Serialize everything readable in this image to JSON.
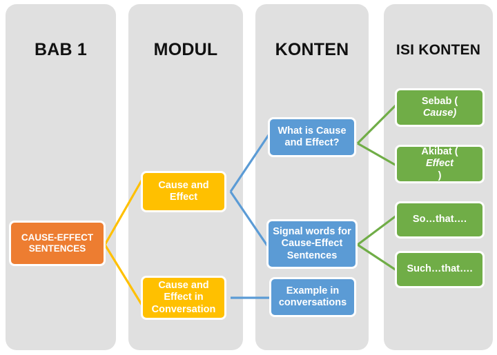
{
  "diagram": {
    "type": "flowchart-hierarchy",
    "title": "Cause-Effect Sentences mind map",
    "columns": [
      {
        "key": "bab",
        "label": "BAB 1"
      },
      {
        "key": "modul",
        "label": "MODUL"
      },
      {
        "key": "konten",
        "label": "KONTEN"
      },
      {
        "key": "isi_konten",
        "label": "ISI KONTEN"
      }
    ],
    "colors": {
      "panel": "#e0e0e0",
      "orange": "#ed7d31",
      "yellow": "#ffc000",
      "blue": "#5b9bd5",
      "green": "#70ad47",
      "node_border": "#ffffff",
      "node_text": "#ffffff",
      "title_text": "#111111",
      "background": "#ffffff"
    },
    "nodes": {
      "root": {
        "label": "CAUSE-EFFECT SENTENCES",
        "color": "orange",
        "column": "bab"
      },
      "modul": [
        {
          "id": "m1",
          "label": "Cause and Effect",
          "color": "yellow"
        },
        {
          "id": "m2",
          "label": "Cause and Effect in Conversation",
          "color": "yellow"
        }
      ],
      "konten": [
        {
          "id": "k1",
          "label": "What is Cause and Effect?",
          "color": "blue"
        },
        {
          "id": "k2",
          "label": "Signal words for Cause-Effect Sentences",
          "color": "blue"
        },
        {
          "id": "k3",
          "label": "Example in conversations",
          "color": "blue"
        }
      ],
      "isi_konten": [
        {
          "id": "i1",
          "label_plain": "Sebab (",
          "label_italic": "Cause",
          "label_tail": ")",
          "color": "green"
        },
        {
          "id": "i2",
          "label_plain": "Akibat (",
          "label_italic": "Effect",
          "label_tail": ")",
          "color": "green"
        },
        {
          "id": "i3",
          "label_plain": "So…that….",
          "label_italic": "",
          "label_tail": "",
          "color": "green"
        },
        {
          "id": "i4",
          "label_plain": "Such…that….",
          "label_italic": "",
          "label_tail": "",
          "color": "green"
        }
      ]
    },
    "edges": [
      {
        "from": "root",
        "to": "m1",
        "color": "#ffc000"
      },
      {
        "from": "root",
        "to": "m2",
        "color": "#ffc000"
      },
      {
        "from": "m1",
        "to": "k1",
        "color": "#5b9bd5"
      },
      {
        "from": "m1",
        "to": "k2",
        "color": "#5b9bd5"
      },
      {
        "from": "m2",
        "to": "k3",
        "color": "#5b9bd5"
      },
      {
        "from": "k1",
        "to": "i1",
        "color": "#70ad47"
      },
      {
        "from": "k1",
        "to": "i2",
        "color": "#70ad47"
      },
      {
        "from": "k2",
        "to": "i3",
        "color": "#70ad47"
      },
      {
        "from": "k2",
        "to": "i4",
        "color": "#70ad47"
      }
    ]
  }
}
